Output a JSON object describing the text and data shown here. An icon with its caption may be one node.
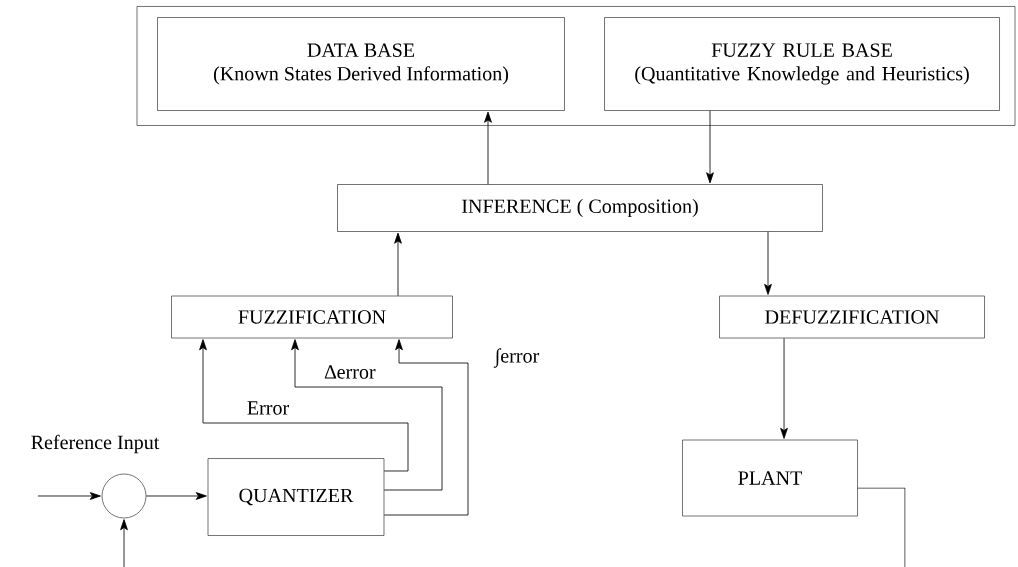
{
  "diagram": {
    "nodes": [
      {
        "text": [],
        "shape": "box"
      },
      {
        "text": [
          "DATA BASE",
          "(Known States Derived Information)"
        ],
        "in": 0
      },
      {
        "text": [
          "FUZZY RULE BASE",
          "(Quantitative Knowledge and Heuristics)"
        ],
        "in": 0
      },
      {
        "text": [
          "INFERENCE ( Composition)"
        ]
      },
      {
        "text": [
          "FUZZIFICATION"
        ]
      },
      {
        "text": [
          "DEFUZZIFICATION"
        ]
      },
      {
        "text": [],
        "shape": "circle"
      },
      {
        "text": [
          "QUANTIZER"
        ]
      },
      {
        "text": [
          "PLANT"
        ]
      }
    ],
    "edges": [
      {
        "from": 3,
        "to": 1,
        "arrow": "to"
      },
      {
        "from": 2,
        "to": 3,
        "arrow": "to"
      },
      {
        "from": 4,
        "to": 3,
        "arrow": "to"
      },
      {
        "from": 3,
        "to": 5,
        "arrow": "to"
      },
      {
        "from": 5,
        "to": 8,
        "arrow": "to"
      },
      {
        "from": 7,
        "to": 4,
        "arrow": "to",
        "label": "Error"
      },
      {
        "from": 7,
        "to": 4,
        "arrow": "to",
        "label": "∆error"
      },
      {
        "from": 7,
        "to": 4,
        "arrow": "to",
        "label": "∫error"
      },
      {
        "from": 6,
        "to": 7,
        "arrow": "to"
      },
      {
        "from": null,
        "to": 6,
        "arrow": "to"
      },
      {
        "from": null,
        "to": 6,
        "arrow": "to"
      },
      {
        "from": 8,
        "to": null,
        "arrow": "none"
      }
    ],
    "labels": [
      "Reference Input"
    ]
  }
}
